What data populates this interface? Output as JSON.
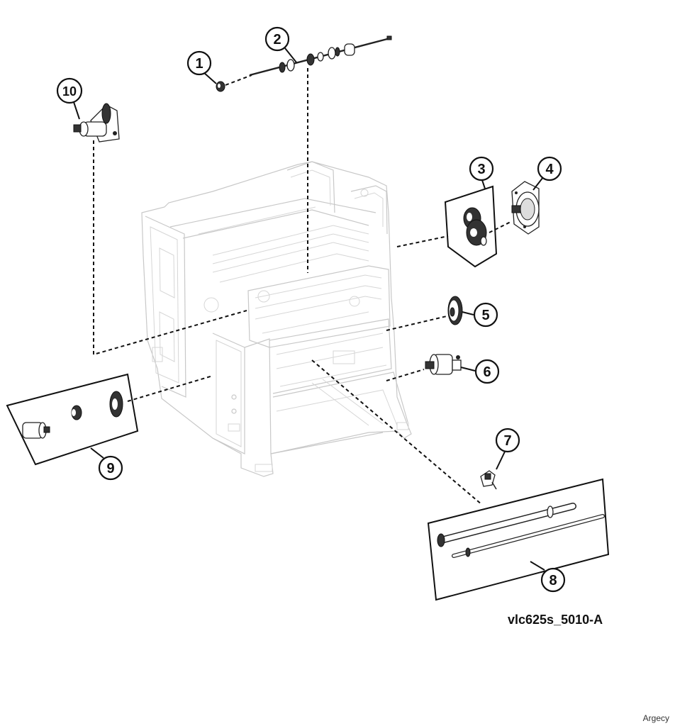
{
  "figure_id": "vlc625s_5010-A",
  "watermark": "Argecy",
  "callouts": [
    "1",
    "2",
    "3",
    "4",
    "5",
    "6",
    "7",
    "8",
    "9",
    "10"
  ]
}
